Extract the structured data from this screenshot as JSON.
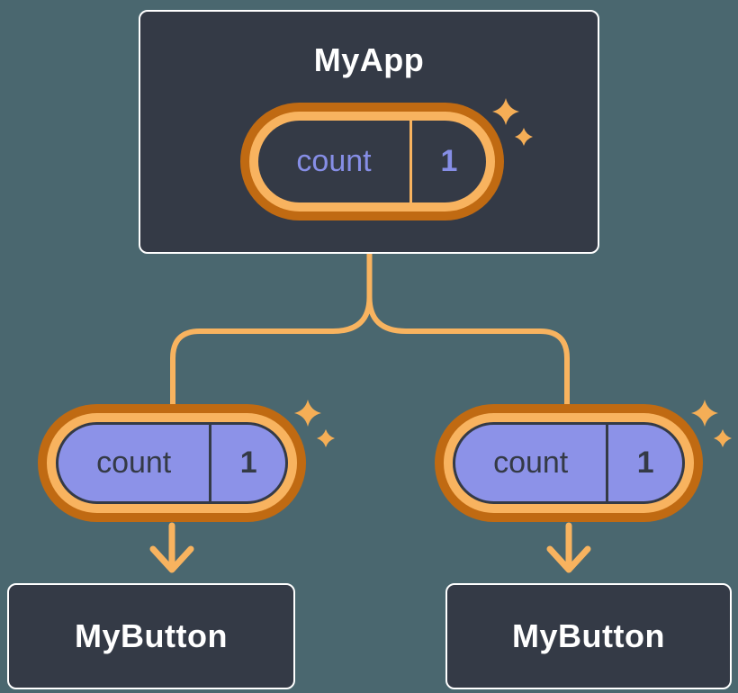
{
  "colors": {
    "background": "#4A676F",
    "node_fill": "#343A46",
    "node_border": "#FFFFFF",
    "ring_outer": "#C06A12",
    "ring_inner": "#F8B35F",
    "state_fill": "#8C92E8",
    "state_text_dark": "#343A46",
    "state_text_light": "#868EE6",
    "connector": "#F8B35F",
    "sparkle": "#F5AE56"
  },
  "icons": {
    "sparkles": "four-point-stars"
  },
  "tree": {
    "root": {
      "title": "MyApp",
      "state": {
        "label": "count",
        "value": "1"
      }
    },
    "children": [
      {
        "title": "MyButton",
        "state": {
          "label": "count",
          "value": "1"
        }
      },
      {
        "title": "MyButton",
        "state": {
          "label": "count",
          "value": "1"
        }
      }
    ]
  }
}
